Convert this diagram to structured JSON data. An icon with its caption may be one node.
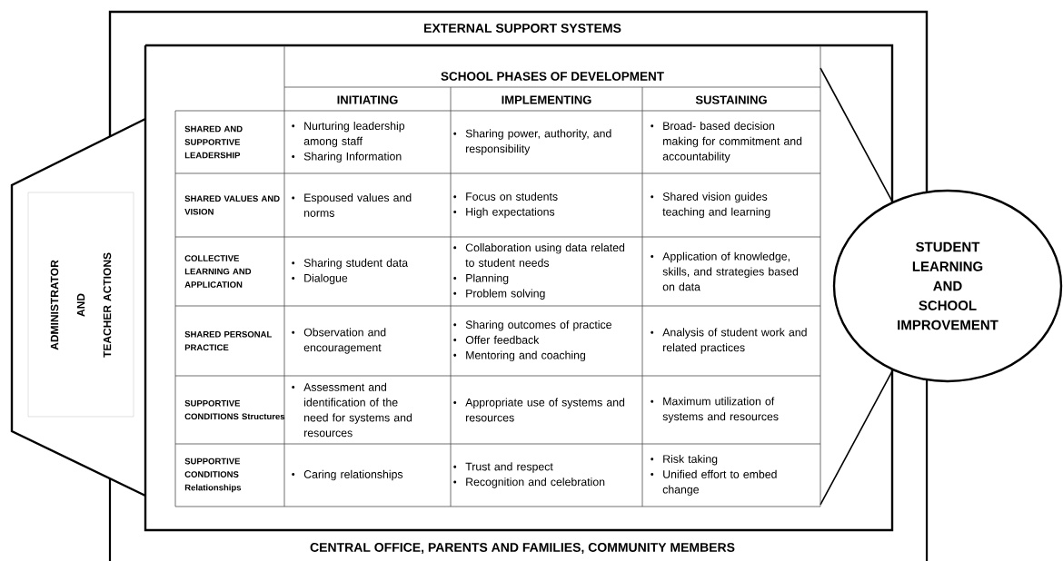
{
  "diagram": {
    "nodes": [
      {
        "text": [
          "EXTERNAL SUPPORT SYSTEMS",
          "CENTRAL OFFICE, PARENTS AND FAMILIES, COMMUNITY MEMBERS"
        ]
      },
      {
        "text": [
          "ADMINISTRATOR AND TEACHER ACTIONS"
        ]
      },
      {
        "text": [
          "STUDENT LEARNING AND SCHOOL IMPROVEMENT"
        ]
      }
    ],
    "labels": [
      "SCHOOL PHASES OF DEVELOPMENT",
      "INITIATING",
      "IMPLEMENTING",
      "SUSTAINING",
      "SHARED AND SUPPORTIVE LEADERSHIP",
      "Nurturing leadership among staff",
      "Sharing Information",
      "Sharing power, authority, and responsibility",
      "Broad- based decision making for commitment and accountability",
      "SHARED VALUES AND VISION",
      "Espoused values and norms",
      "Focus on students",
      "High expectations",
      "Shared vision guides teaching and learning",
      "COLLECTIVE LEARNING AND APPLICATION",
      "Sharing student data",
      "Dialogue",
      "Collaboration using data related to student needs",
      "Planning",
      "Problem solving",
      "Application of knowledge, skills, and strategies based on data",
      "SHARED PERSONAL PRACTICE",
      "Observation and encouragement",
      "Sharing outcomes of practice",
      "Offer feedback",
      "Mentoring and coaching",
      "Analysis of student work and related practices",
      "SUPPORTIVE CONDITIONS Structures",
      "Assessment and identification of the need for systems and resources",
      "Appropriate use of systems and resources",
      "Maximum utilization of systems and resources",
      "SUPPORTIVE CONDITIONS Relationships",
      "Caring relationships",
      "Trust and respect",
      "Recognition and celebration",
      "Risk taking",
      "Unified effort to embed change"
    ]
  }
}
